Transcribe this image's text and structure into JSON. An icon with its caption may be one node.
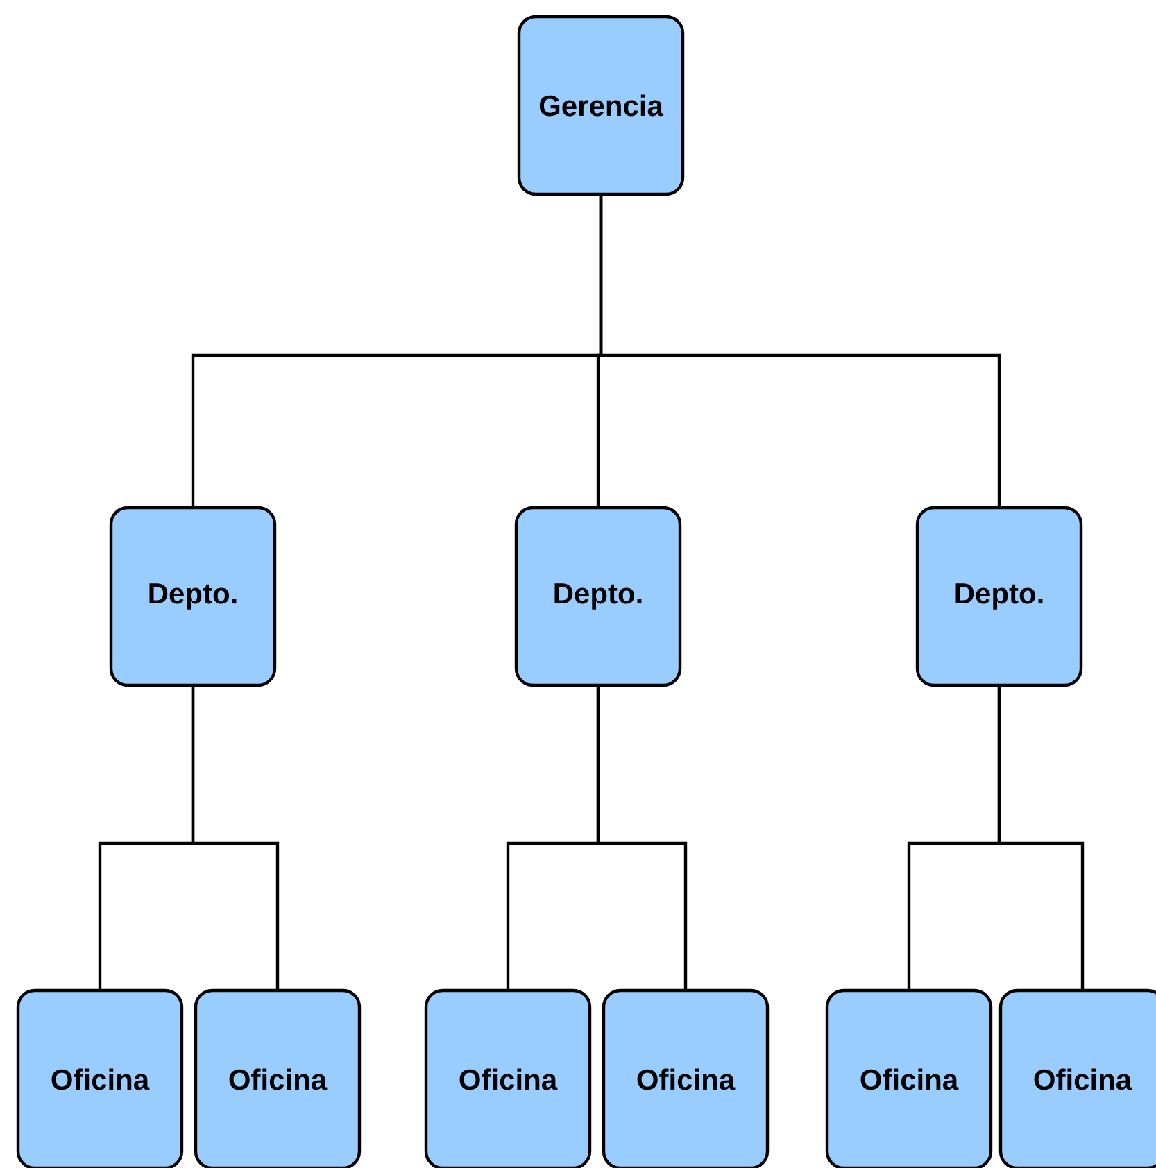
{
  "diagram": {
    "nodes": [
      {
        "text": [
          "Gerencia"
        ]
      },
      {
        "text": [
          "Depto."
        ]
      },
      {
        "text": [
          "Depto."
        ]
      },
      {
        "text": [
          "Depto."
        ]
      },
      {
        "text": [
          "Oficina"
        ]
      },
      {
        "text": [
          "Oficina"
        ]
      },
      {
        "text": [
          "Oficina"
        ]
      },
      {
        "text": [
          "Oficina"
        ]
      },
      {
        "text": [
          "Oficina"
        ]
      },
      {
        "text": [
          "Oficina"
        ]
      }
    ],
    "edges": [
      {
        "from": 0,
        "to": 1,
        "arrow": "none"
      },
      {
        "from": 0,
        "to": 2,
        "arrow": "none"
      },
      {
        "from": 0,
        "to": 3,
        "arrow": "none"
      },
      {
        "from": 1,
        "to": 4,
        "arrow": "none"
      },
      {
        "from": 1,
        "to": 5,
        "arrow": "none"
      },
      {
        "from": 2,
        "to": 6,
        "arrow": "none"
      },
      {
        "from": 2,
        "to": 7,
        "arrow": "none"
      },
      {
        "from": 3,
        "to": 8,
        "arrow": "none"
      },
      {
        "from": 3,
        "to": 9,
        "arrow": "none"
      }
    ]
  }
}
